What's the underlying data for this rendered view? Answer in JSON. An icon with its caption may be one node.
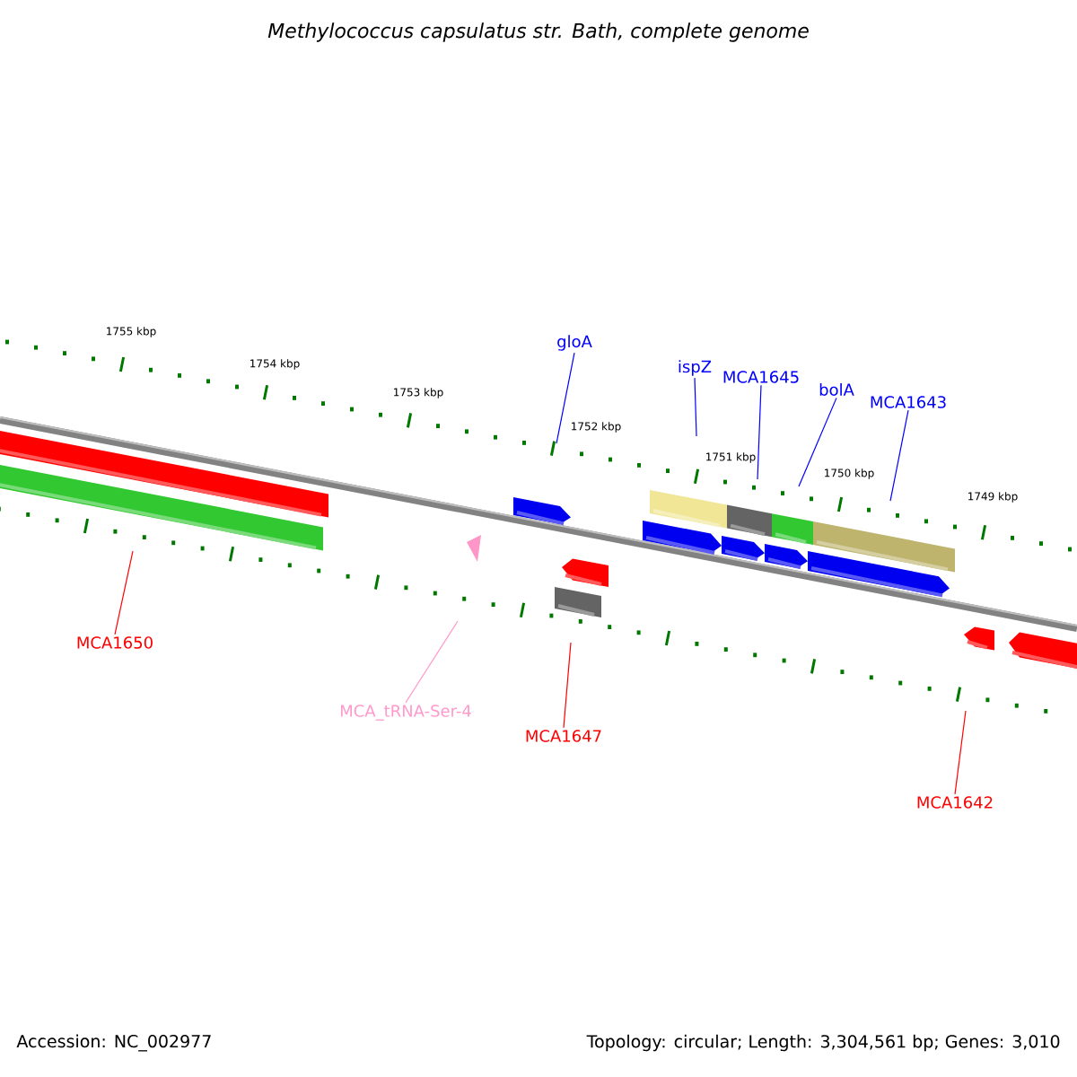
{
  "diagram": {
    "title": "Methylococcus capsulatus str. Bath, complete genome",
    "nodes": [
      {
        "text": [
          "gloA"
        ]
      },
      {
        "text": [
          "ispZ"
        ]
      },
      {
        "text": [
          "MCA1645"
        ]
      },
      {
        "text": [
          "bolA"
        ]
      },
      {
        "text": [
          "MCA1643"
        ]
      },
      {
        "text": [
          "MCA1650"
        ]
      },
      {
        "text": [
          "MCA_tRNA-Ser-4"
        ]
      },
      {
        "text": [
          "MCA1647"
        ]
      },
      {
        "text": [
          "MCA1642"
        ]
      }
    ],
    "edges": [
      {
        "from": 0,
        "to": null,
        "arrow": "none"
      },
      {
        "from": 1,
        "to": null,
        "arrow": "none"
      },
      {
        "from": 2,
        "to": null,
        "arrow": "none"
      },
      {
        "from": 3,
        "to": null,
        "arrow": "none"
      },
      {
        "from": 4,
        "to": null,
        "arrow": "none"
      },
      {
        "from": 5,
        "to": null,
        "arrow": "none",
        "color": "#ff0000"
      },
      {
        "from": 6,
        "to": null,
        "arrow": "none",
        "color": "#ff99cc"
      },
      {
        "from": 7,
        "to": null,
        "arrow": "none",
        "color": "#ff0000"
      },
      {
        "from": 8,
        "to": null,
        "arrow": "none",
        "color": "#ff0000"
      }
    ],
    "labels": [
      "1755 kbp",
      "1754 kbp",
      "1753 kbp",
      "1752 kbp",
      "1751 kbp",
      "1750 kbp",
      "1749 kbp",
      "Accession: NC_002977",
      "Topology: circular; Length: 3,304,561 bp; Genes: 3,010"
    ]
  }
}
